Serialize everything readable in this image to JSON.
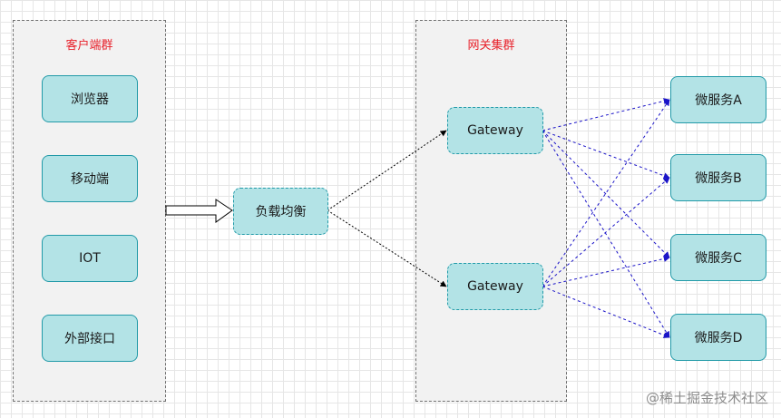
{
  "groups": {
    "client": {
      "title": "客户端群"
    },
    "gateway": {
      "title": "网关集群"
    }
  },
  "clients": [
    "浏览器",
    "移动端",
    "IOT",
    "外部接口"
  ],
  "load_balancer": "负载均衡",
  "gateways": [
    "Gateway",
    "Gateway"
  ],
  "services": [
    "微服务A",
    "微服务B",
    "微服务C",
    "微服务D"
  ],
  "watermark": "@稀土掘金技术社区",
  "colors": {
    "node_fill": "#b3e3e6",
    "node_border": "#229aa8",
    "group_title": "#e8202a",
    "lb_to_gateway_arrow": "#000000",
    "gateway_to_service_arrow": "#1b14c8"
  }
}
